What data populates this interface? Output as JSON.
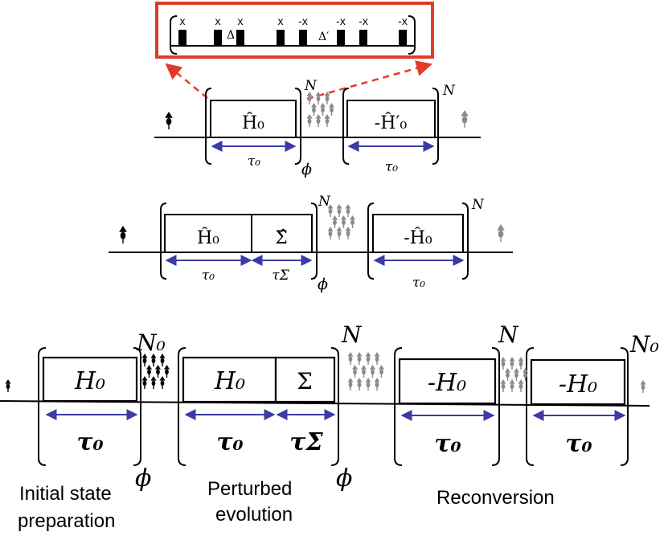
{
  "pulse_inset": {
    "labels": [
      "x",
      "x",
      "x",
      "x",
      "-x",
      "-x",
      "-x",
      "-x"
    ],
    "delta": "Δ",
    "delta_prime": "Δ′",
    "border_color": "#e03c28"
  },
  "row1": {
    "block1": "Ĥ₀",
    "block2": "-Ĥ′₀",
    "tau1": "τ₀",
    "tau2": "τ₀",
    "phi": "ϕ",
    "power1": "N",
    "power2": "N"
  },
  "row2": {
    "block1": "Ĥ₀",
    "block2": "Σ̂",
    "block3": "-Ĥ₀",
    "tau1": "τ₀",
    "tau_sigma": "τΣ",
    "tau3": "τ₀",
    "phi": "ϕ",
    "power1": "N",
    "power2": "N"
  },
  "row3": {
    "block1": "H₀",
    "block2": "H₀",
    "block3": "Σ",
    "block4": "-H₀",
    "block5": "-H₀",
    "tau1": "τ₀",
    "tau2": "τ₀",
    "tau_sigma": "τΣ",
    "tau4": "τ₀",
    "tau5": "τ₀",
    "phi1": "ϕ",
    "phi2": "ϕ",
    "power_n0_a": "N₀",
    "power_n_a": "N",
    "power_n_b": "N",
    "power_n0_b": "N₀"
  },
  "captions": {
    "initial_line1": "Initial state",
    "initial_line2": "preparation",
    "perturbed_line1": "Perturbed",
    "perturbed_line2": "evolution",
    "reconversion": "Reconversion"
  },
  "colors": {
    "arrow_blue": "#3b3ba6",
    "spin_gray": "#8a8a8a",
    "spin_black": "#000000",
    "inset_red": "#e03c28"
  }
}
